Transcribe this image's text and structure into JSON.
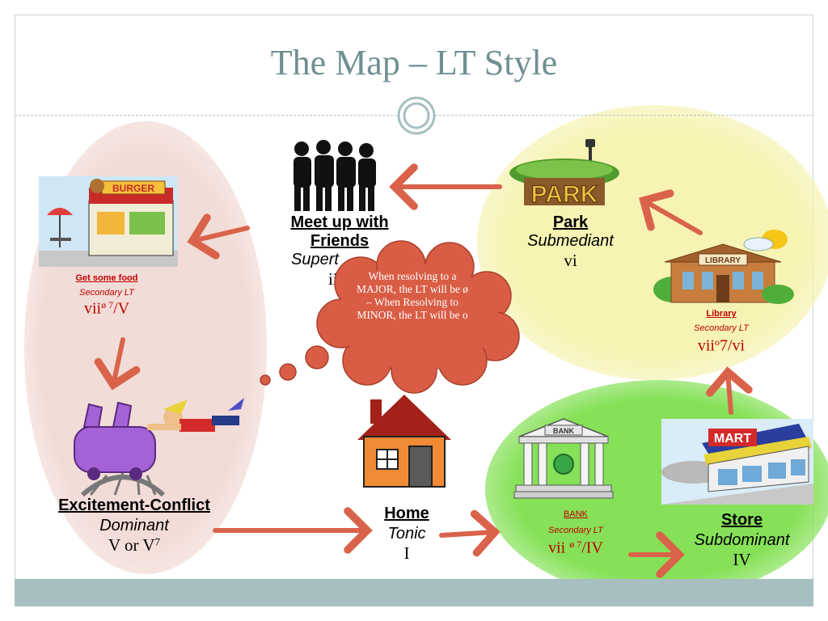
{
  "slide": {
    "title": "The Map – LT Style"
  },
  "nodes": {
    "meetup": {
      "label": "Meet up with",
      "label2": "Friends",
      "role": "Supert",
      "chord": "ii⁶"
    },
    "park": {
      "label": "Park",
      "role": "Submediant",
      "chord": "vi"
    },
    "burger": {
      "label": "Get some food",
      "role": "Secondary LT",
      "chord_main": "vii",
      "chord_sup": "ø 7",
      "chord_tail": "/V"
    },
    "library": {
      "label": "Library",
      "role": "Secondary LT",
      "chord_main": "vii",
      "chord_sup": "o",
      "chord_tail": "7/vi"
    },
    "excitement": {
      "label": "Excitement-Conflict",
      "role": "Dominant",
      "chord_main": "V or V",
      "chord_sup": "7"
    },
    "home": {
      "label": "Home",
      "role": "Tonic",
      "chord": "I"
    },
    "bank": {
      "label": "BANK",
      "role": "Secondary LT",
      "chord_main": "vii ",
      "chord_sup": "ø 7",
      "chord_tail": "/IV"
    },
    "store": {
      "label": "Store",
      "role": "Subdominant",
      "chord": "IV"
    }
  },
  "cloud": {
    "text": "When resolving to a MAJOR, the LT will be ø – When Resolving to MINOR, the LT will be o"
  },
  "signs": {
    "burger_sign": "BURGER",
    "park_sign": "PARK",
    "library_sign": "LIBRARY",
    "bank_sign": "BANK",
    "mart_sign": "MART"
  },
  "colors": {
    "title": "#6f8f91",
    "arrow": "#d9634a",
    "accent_red": "#c00000",
    "blob_pink": "#f3ddd8",
    "blob_yellow": "#f7f4b6",
    "blob_green": "#8be35d",
    "cloud": "#d95d45"
  }
}
